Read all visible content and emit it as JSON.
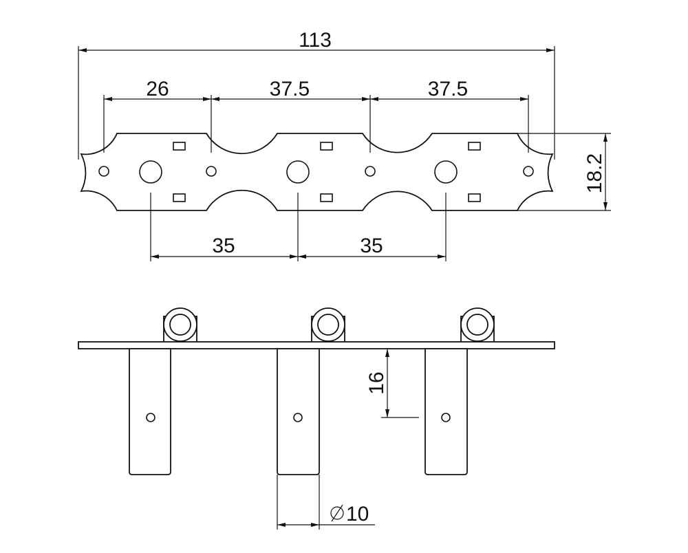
{
  "drawing": {
    "top_view": {
      "overall_length": "113",
      "spacing_first": "26",
      "spacing_second": "37.5",
      "spacing_third": "37.5",
      "plate_height": "18.2",
      "post_spacing_left": "35",
      "post_spacing_right": "35"
    },
    "side_view": {
      "post_height": "16",
      "post_diameter": "10"
    }
  },
  "colors": {
    "line": "#111111",
    "background": "#ffffff"
  }
}
